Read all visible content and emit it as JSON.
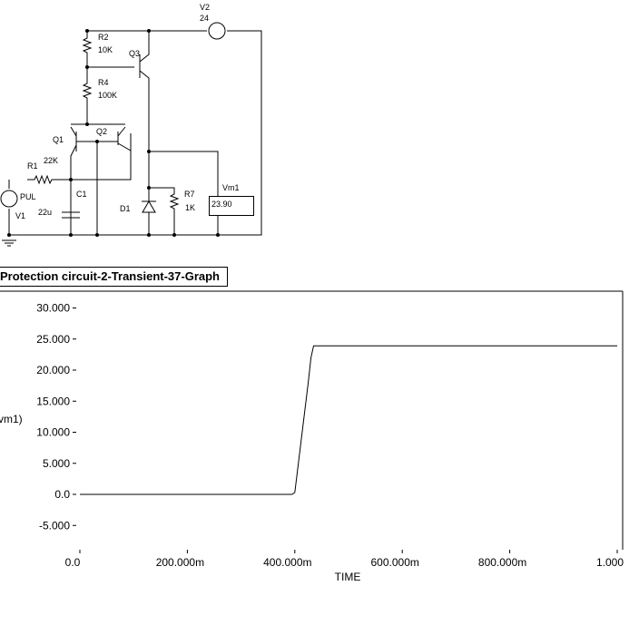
{
  "schematic": {
    "components": {
      "v2": {
        "name": "V2",
        "value": "24"
      },
      "r2": {
        "name": "R2",
        "value": "10K"
      },
      "q3": {
        "name": "Q3"
      },
      "r4": {
        "name": "R4",
        "value": "100K"
      },
      "q1": {
        "name": "Q1"
      },
      "q2": {
        "name": "Q2"
      },
      "r1": {
        "name": "R1",
        "value": "22K"
      },
      "c1": {
        "name": "C1",
        "value": "22u"
      },
      "v1": {
        "name": "V1",
        "value": "PUL"
      },
      "d1": {
        "name": "D1"
      },
      "r7": {
        "name": "R7",
        "value": "1K"
      },
      "vm1": {
        "name": "Vm1",
        "reading": "23.90"
      }
    }
  },
  "graph": {
    "title": "Protection circuit-2-Transient-37-Graph",
    "ylabel_partial": "vm1)",
    "xlabel": "TIME"
  },
  "chart_data": {
    "type": "line",
    "title": "Protection circuit-2-Transient-37-Graph",
    "xlabel": "TIME",
    "ylabel": "vm1)",
    "xlim": [
      0,
      1
    ],
    "ylim": [
      -7.5,
      32.5
    ],
    "x_ticks": [
      0,
      0.2,
      0.4,
      0.6,
      0.8,
      1.0
    ],
    "x_tick_labels": [
      "0.0",
      "200.000m",
      "400.000m",
      "600.000m",
      "800.000m",
      "1.000"
    ],
    "y_ticks": [
      30,
      25,
      20,
      15,
      10,
      5,
      0,
      -5
    ],
    "y_tick_labels": [
      "30.000",
      "25.000",
      "20.000",
      "15.000",
      "10.000",
      "5.000",
      "0.0",
      "-5.000"
    ],
    "grid": false,
    "series": [
      {
        "x": [
          0,
          0.395,
          0.4,
          0.425,
          0.43,
          0.435,
          1.0
        ],
        "y": [
          0,
          0,
          0.3,
          18,
          22,
          23.9,
          23.9
        ]
      }
    ]
  }
}
